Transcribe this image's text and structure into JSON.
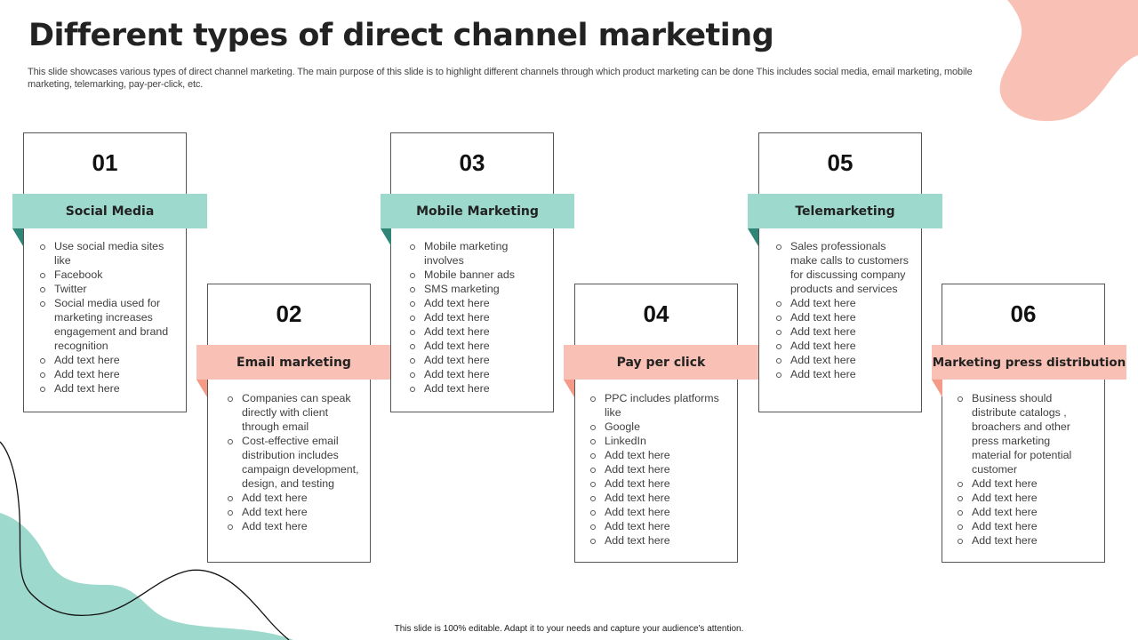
{
  "title": "Different types of direct channel marketing",
  "subtitle": "This slide showcases various types of direct channel marketing. The main purpose of this slide is to highlight different channels through which product marketing can be done This includes social media, email marketing, mobile marketing, telemarking, pay-per-click, etc.",
  "footer": "This slide is 100% editable.  Adapt it to your needs and capture your audience's attention.",
  "colors": {
    "teal": "#9dd9cc",
    "teal_dark": "#2f8676",
    "peach": "#f9c1b5",
    "peach_dark": "#f49a86",
    "title": "#222222"
  },
  "cards": [
    {
      "number": "01",
      "label": "Social Media",
      "color": "teal",
      "items": [
        "Use social media sites like",
        " Facebook",
        "Twitter",
        " Social media used for marketing increases engagement  and brand recognition",
        " Add text here",
        "Add text here",
        "Add text here"
      ]
    },
    {
      "number": "02",
      "label": "Email marketing",
      "color": "peach",
      "items": [
        "Companies  can speak directly with client through email",
        " Cost-effective  email distribution includes campaign development,  design, and testing",
        "Add text here",
        "Add text here",
        "Add text here"
      ]
    },
    {
      "number": "03",
      "label": "Mobile Marketing",
      "color": "teal",
      "items": [
        "Mobile  marketing involves",
        "Mobile  banner  ads",
        "SMS marketing",
        "Add text here",
        "Add text here",
        "Add text here",
        "Add text here",
        "Add text here",
        "Add text here",
        "Add text here"
      ]
    },
    {
      "number": "04",
      "label": "Pay per click",
      "color": "peach",
      "items": [
        "PPC includes platforms  like",
        " Google",
        "LinkedIn",
        " Add text here",
        "Add text here",
        "Add text here",
        "Add text here",
        "Add text here",
        "Add text here",
        "Add text here"
      ]
    },
    {
      "number": "05",
      "label": "Telemarketing",
      "color": "teal",
      "items": [
        "Sales professionals make calls to customers for discussing company products and  services",
        " Add text here",
        "Add text here",
        "Add text here",
        "Add text here",
        "Add text here",
        "Add text here"
      ]
    },
    {
      "number": "06",
      "label": "Marketing press distribution",
      "color": "peach",
      "items": [
        "Business should distribute catalogs , broachers  and other press marketing material for potential customer",
        " Add text here",
        "Add text here",
        "Add text here",
        "Add text here",
        "Add text here"
      ]
    }
  ]
}
